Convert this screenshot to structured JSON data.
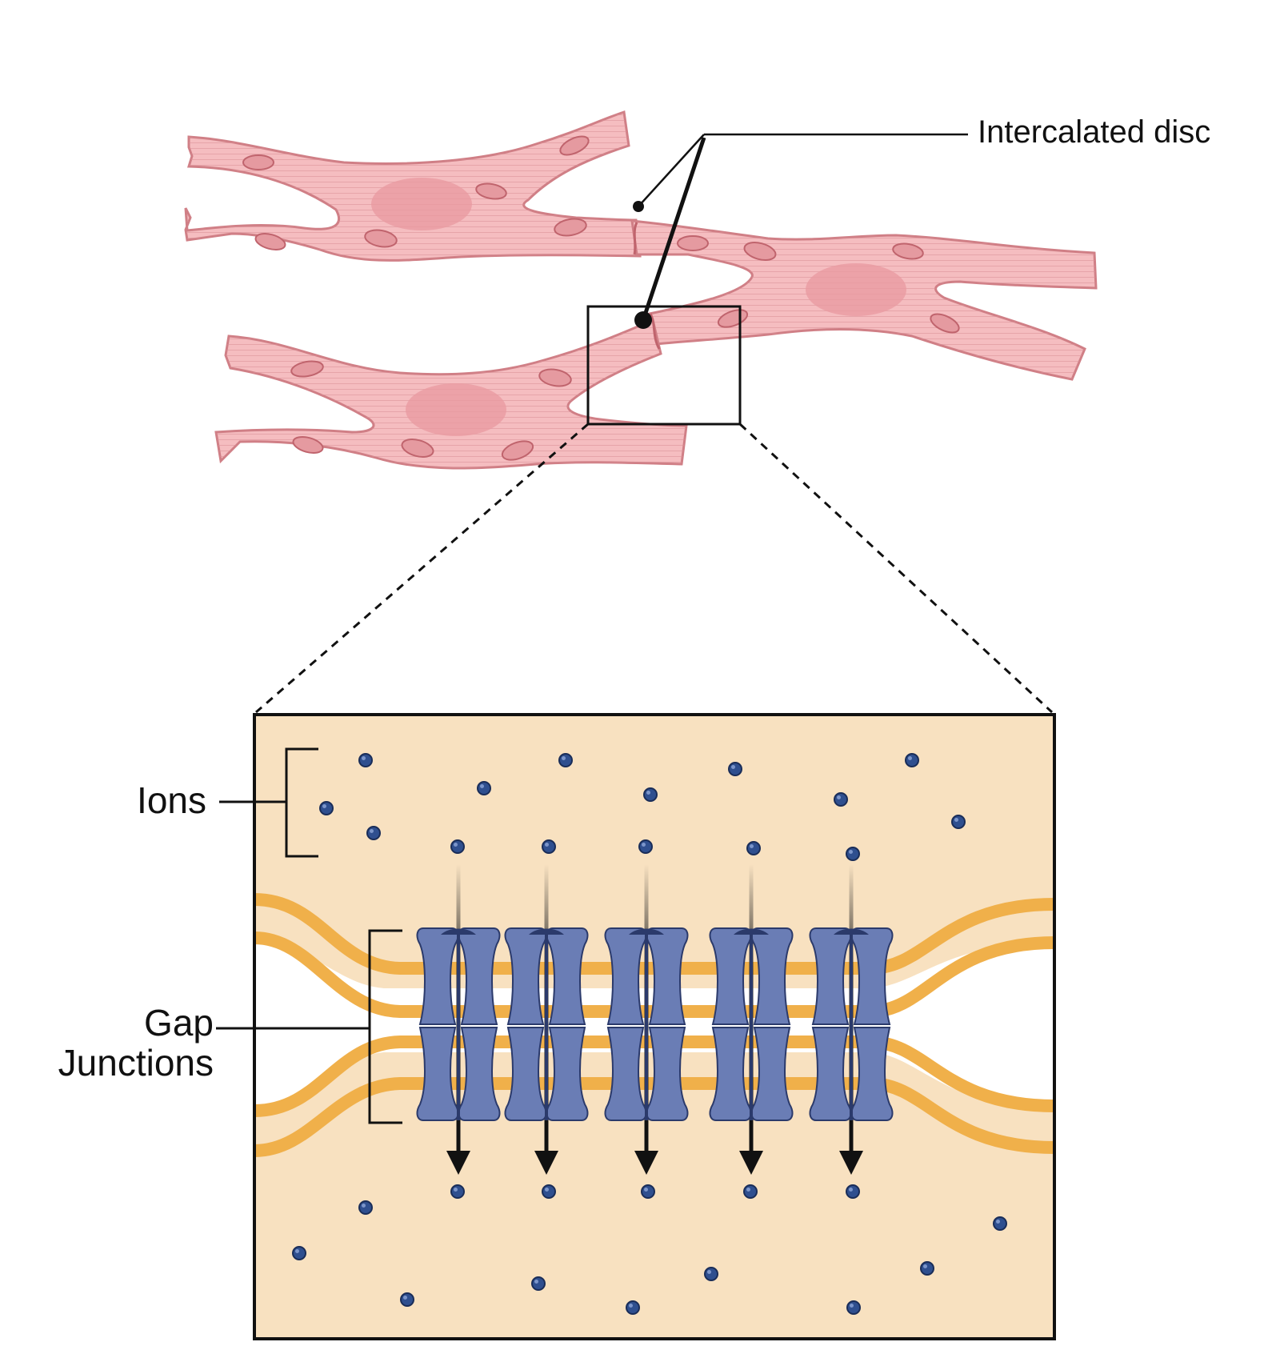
{
  "labels": {
    "intercalated_disc": "Intercalated disc",
    "ions": "Ions",
    "gap_junctions_line1": "Gap",
    "gap_junctions_line2": "Junctions"
  },
  "colors": {
    "cell_fill": "#f5bdc0",
    "cell_stroke": "#d07f86",
    "nucleus": "#e89aa0",
    "mitochondria": "#d97e85",
    "zoom_bg": "#f8e1c0",
    "membrane": "#f0b04a",
    "channel": "#6a7db5",
    "channel_dark": "#2b3a6b",
    "ion": "#2f4f8f"
  },
  "icons": {
    "cell": "cardiomyocyte-icon",
    "channel": "connexon-channel-icon",
    "ion": "ion-dot-icon"
  }
}
